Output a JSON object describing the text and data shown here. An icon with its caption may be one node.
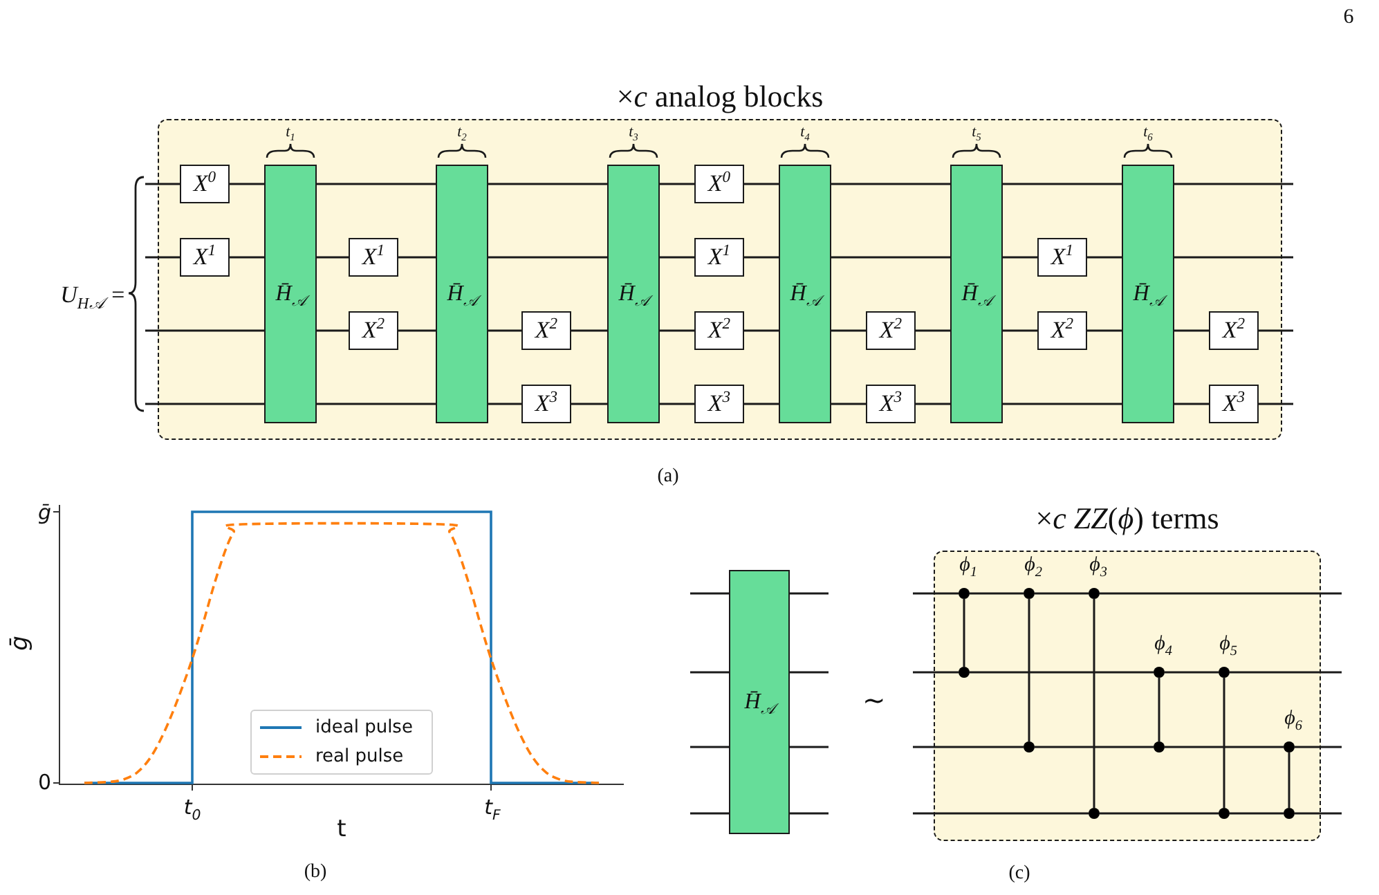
{
  "diagram": {
    "nodes": [
      {
        "text": [
          "×*c* analog blocks"
        ]
      },
      {
        "text": [
          "X$^{0}$"
        ],
        "in": 0
      },
      {
        "text": [
          "X$^{1}$"
        ],
        "in": 0
      },
      {
        "text": [
          "H̄$_{𝒜}$"
        ],
        "in": 0,
        "beside": [
          "t$_{1}$"
        ]
      },
      {
        "text": [
          "X$^{1}$"
        ],
        "in": 0
      },
      {
        "text": [
          "X$^{2}$"
        ],
        "in": 0
      },
      {
        "text": [
          "H̄$_{𝒜}$"
        ],
        "in": 0,
        "beside": [
          "t$_{2}$"
        ]
      },
      {
        "text": [
          "X$^{2}$"
        ],
        "in": 0
      },
      {
        "text": [
          "X$^{3}$"
        ],
        "in": 0
      },
      {
        "text": [
          "H̄$_{𝒜}$"
        ],
        "in": 0,
        "beside": [
          "t$_{3}$"
        ]
      },
      {
        "text": [
          "X$^{0}$"
        ],
        "in": 0
      },
      {
        "text": [
          "X$^{1}$"
        ],
        "in": 0
      },
      {
        "text": [
          "X$^{2}$"
        ],
        "in": 0
      },
      {
        "text": [
          "X$^{3}$"
        ],
        "in": 0
      },
      {
        "text": [
          "H̄$_{𝒜}$"
        ],
        "in": 0,
        "beside": [
          "t$_{4}$"
        ]
      },
      {
        "text": [
          "X$^{2}$"
        ],
        "in": 0
      },
      {
        "text": [
          "X$^{3}$"
        ],
        "in": 0
      },
      {
        "text": [
          "H̄$_{𝒜}$"
        ],
        "in": 0,
        "beside": [
          "t$_{5}$"
        ]
      },
      {
        "text": [
          "X$^{1}$"
        ],
        "in": 0
      },
      {
        "text": [
          "X$^{2}$"
        ],
        "in": 0
      },
      {
        "text": [
          "H̄$_{𝒜}$"
        ],
        "in": 0,
        "beside": [
          "t$_{6}$"
        ]
      },
      {
        "text": [
          "X$^{2}$"
        ],
        "in": 0
      },
      {
        "text": [
          "X$^{3}$"
        ],
        "in": 0
      },
      {
        "text": [
          "H̄$_{𝒜}$"
        ]
      },
      {
        "text": [
          "×*c* *ZZ*(*ϕ*) terms"
        ]
      },
      {
        "text": [],
        "shape": "circle",
        "in": 24,
        "beside": [
          "ϕ$_{1}$"
        ]
      },
      {
        "text": [],
        "shape": "circle",
        "in": 24
      },
      {
        "text": [],
        "shape": "circle",
        "in": 24,
        "beside": [
          "ϕ$_{2}$"
        ]
      },
      {
        "text": [],
        "shape": "circle",
        "in": 24
      },
      {
        "text": [],
        "shape": "circle",
        "in": 24,
        "beside": [
          "ϕ$_{3}$"
        ]
      },
      {
        "text": [],
        "shape": "circle",
        "in": 24
      },
      {
        "text": [],
        "shape": "circle",
        "in": 24,
        "beside": [
          "ϕ$_{4}$"
        ]
      },
      {
        "text": [],
        "shape": "circle",
        "in": 24
      },
      {
        "text": [],
        "shape": "circle",
        "in": 24,
        "beside": [
          "ϕ$_{5}$"
        ]
      },
      {
        "text": [],
        "shape": "circle",
        "in": 24
      },
      {
        "text": [],
        "shape": "circle",
        "in": 24,
        "beside": [
          "ϕ$_{6}$"
        ]
      },
      {
        "text": [],
        "shape": "circle",
        "in": 24
      }
    ],
    "edges": [
      {
        "from": null,
        "to": 1,
        "arrow": "none"
      },
      {
        "from": 1,
        "to": 3,
        "arrow": "none"
      },
      {
        "from": 3,
        "to": 6,
        "arrow": "none"
      },
      {
        "from": 6,
        "to": 9,
        "arrow": "none"
      },
      {
        "from": 9,
        "to": 10,
        "arrow": "none"
      },
      {
        "from": 10,
        "to": 14,
        "arrow": "none"
      },
      {
        "from": 14,
        "to": 17,
        "arrow": "none"
      },
      {
        "from": 17,
        "to": 20,
        "arrow": "none"
      },
      {
        "from": 20,
        "to": null,
        "arrow": "none"
      },
      {
        "from": null,
        "to": 2,
        "arrow": "none"
      },
      {
        "from": 2,
        "to": 3,
        "arrow": "none"
      },
      {
        "from": 3,
        "to": 4,
        "arrow": "none"
      },
      {
        "from": 4,
        "to": 6,
        "arrow": "none"
      },
      {
        "from": 6,
        "to": 9,
        "arrow": "none"
      },
      {
        "from": 9,
        "to": 11,
        "arrow": "none"
      },
      {
        "from": 11,
        "to": 14,
        "arrow": "none"
      },
      {
        "from": 14,
        "to": 17,
        "arrow": "none"
      },
      {
        "from": 17,
        "to": 18,
        "arrow": "none"
      },
      {
        "from": 18,
        "to": 20,
        "arrow": "none"
      },
      {
        "from": 20,
        "to": null,
        "arrow": "none"
      },
      {
        "from": null,
        "to": 3,
        "arrow": "none"
      },
      {
        "from": 3,
        "to": 5,
        "arrow": "none"
      },
      {
        "from": 5,
        "to": 6,
        "arrow": "none"
      },
      {
        "from": 6,
        "to": 7,
        "arrow": "none"
      },
      {
        "from": 7,
        "to": 9,
        "arrow": "none"
      },
      {
        "from": 9,
        "to": 12,
        "arrow": "none"
      },
      {
        "from": 12,
        "to": 14,
        "arrow": "none"
      },
      {
        "from": 14,
        "to": 15,
        "arrow": "none"
      },
      {
        "from": 15,
        "to": 17,
        "arrow": "none"
      },
      {
        "from": 17,
        "to": 19,
        "arrow": "none"
      },
      {
        "from": 19,
        "to": 20,
        "arrow": "none"
      },
      {
        "from": 20,
        "to": 21,
        "arrow": "none"
      },
      {
        "from": 21,
        "to": null,
        "arrow": "none"
      },
      {
        "from": null,
        "to": 3,
        "arrow": "none"
      },
      {
        "from": 3,
        "to": 6,
        "arrow": "none"
      },
      {
        "from": 6,
        "to": 8,
        "arrow": "none"
      },
      {
        "from": 8,
        "to": 9,
        "arrow": "none"
      },
      {
        "from": 9,
        "to": 13,
        "arrow": "none"
      },
      {
        "from": 13,
        "to": 14,
        "arrow": "none"
      },
      {
        "from": 14,
        "to": 16,
        "arrow": "none"
      },
      {
        "from": 16,
        "to": 17,
        "arrow": "none"
      },
      {
        "from": 17,
        "to": 20,
        "arrow": "none"
      },
      {
        "from": 20,
        "to": 22,
        "arrow": "none"
      },
      {
        "from": 22,
        "to": null,
        "arrow": "none"
      },
      {
        "from": null,
        "to": 23,
        "arrow": "none"
      },
      {
        "from": 23,
        "to": null,
        "arrow": "none"
      },
      {
        "from": null,
        "to": 23,
        "arrow": "none"
      },
      {
        "from": 23,
        "to": null,
        "arrow": "none"
      },
      {
        "from": null,
        "to": 23,
        "arrow": "none"
      },
      {
        "from": 23,
        "to": null,
        "arrow": "none"
      },
      {
        "from": null,
        "to": 23,
        "arrow": "none"
      },
      {
        "from": 23,
        "to": null,
        "arrow": "none"
      },
      {
        "from": null,
        "to": 25,
        "arrow": "none"
      },
      {
        "from": 25,
        "to": 27,
        "arrow": "none"
      },
      {
        "from": 27,
        "to": 29,
        "arrow": "none"
      },
      {
        "from": 29,
        "to": null,
        "arrow": "none"
      },
      {
        "from": null,
        "to": 26,
        "arrow": "none"
      },
      {
        "from": 26,
        "to": 31,
        "arrow": "none"
      },
      {
        "from": 31,
        "to": 33,
        "arrow": "none"
      },
      {
        "from": 33,
        "to": null,
        "arrow": "none"
      },
      {
        "from": null,
        "to": 28,
        "arrow": "none"
      },
      {
        "from": 28,
        "to": 32,
        "arrow": "none"
      },
      {
        "from": 32,
        "to": 35,
        "arrow": "none"
      },
      {
        "from": 35,
        "to": null,
        "arrow": "none"
      },
      {
        "from": null,
        "to": 30,
        "arrow": "none"
      },
      {
        "from": 30,
        "to": 34,
        "arrow": "none"
      },
      {
        "from": 34,
        "to": 36,
        "arrow": "none"
      },
      {
        "from": 36,
        "to": null,
        "arrow": "none"
      },
      {
        "from": 25,
        "to": 26,
        "arrow": "none"
      },
      {
        "from": 27,
        "to": 28,
        "arrow": "none"
      },
      {
        "from": 29,
        "to": 30,
        "arrow": "none"
      },
      {
        "from": 31,
        "to": 32,
        "arrow": "none"
      },
      {
        "from": 33,
        "to": 34,
        "arrow": "none"
      },
      {
        "from": 35,
        "to": 36,
        "arrow": "none"
      }
    ],
    "labels": [
      "6",
      "U$_{H𝒜}$ =",
      "(a)",
      "ḡ",
      "ḡ",
      "0",
      "t$_{0}$",
      "t$_{F}$",
      "t",
      "(b)",
      "∼",
      "(c)"
    ],
    "legend": [
      {
        "text": "ideal pulse"
      },
      {
        "text": "real pulse"
      }
    ]
  }
}
